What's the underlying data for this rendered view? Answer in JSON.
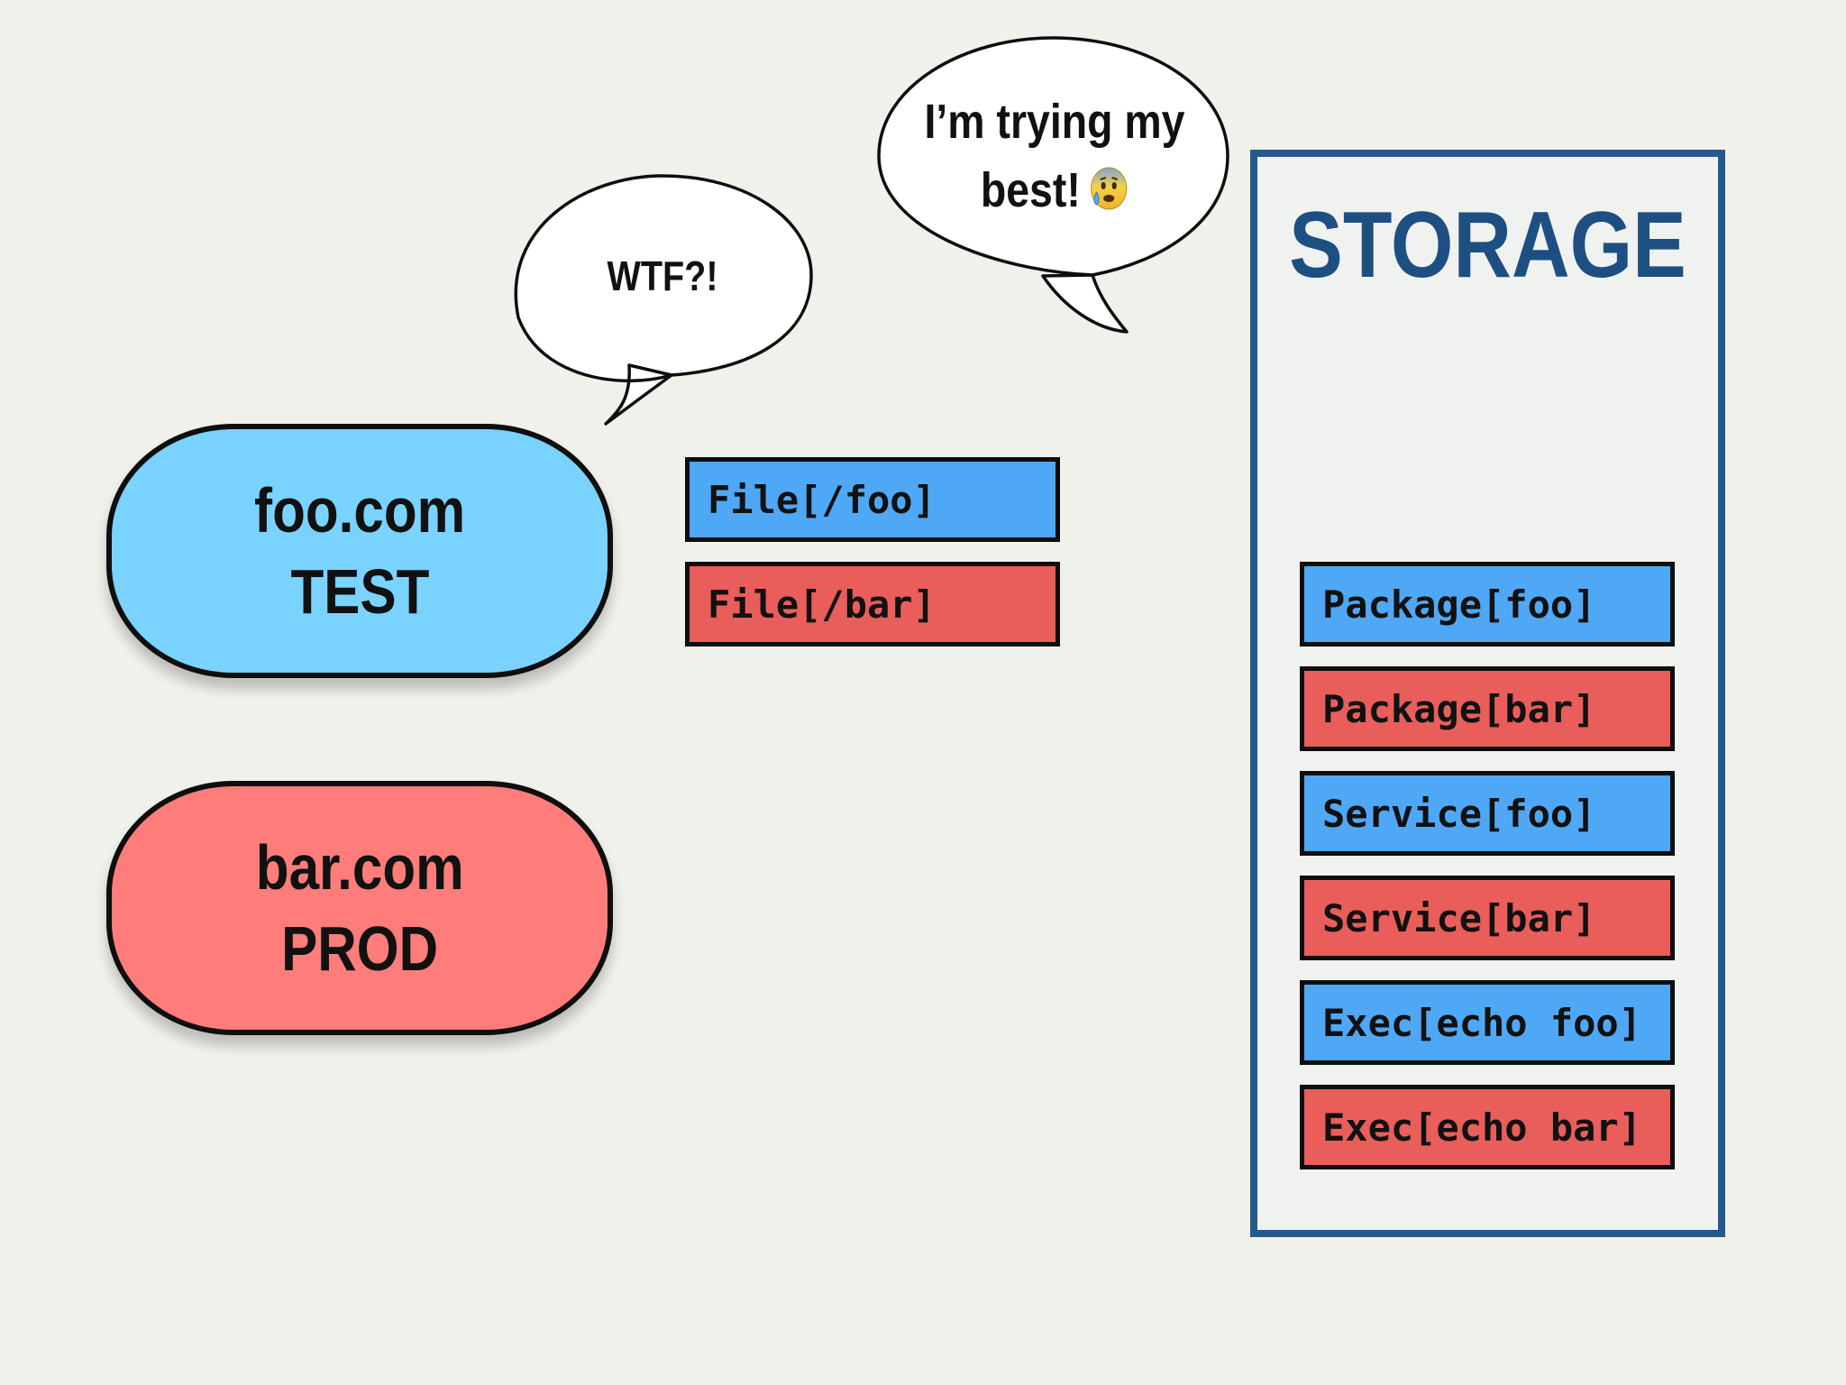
{
  "bubbles": {
    "wtf": "WTF?!",
    "best_line1": "I’m trying my",
    "best_line2": "best!"
  },
  "servers": {
    "foo": {
      "domain": "foo.com",
      "env": "TEST"
    },
    "bar": {
      "domain": "bar.com",
      "env": "PROD"
    }
  },
  "pending_resources": [
    "File[/foo]",
    "File[/bar]"
  ],
  "storage": {
    "title": "STORAGE",
    "items": [
      "Package[foo]",
      "Package[bar]",
      "Service[foo]",
      "Service[bar]",
      "Exec[echo foo]",
      "Exec[echo bar]"
    ]
  },
  "colors": {
    "background": "#f1f1ec",
    "foo_server": "#7ad3fe",
    "bar_server": "#fe7d7a",
    "foo_resource": "#4fa8f5",
    "bar_resource": "#e95e5a",
    "storage_border": "#255b8c",
    "storage_title": "#1e4f83"
  },
  "icons": {
    "emoji": "anxious-face-with-sweat-icon"
  }
}
